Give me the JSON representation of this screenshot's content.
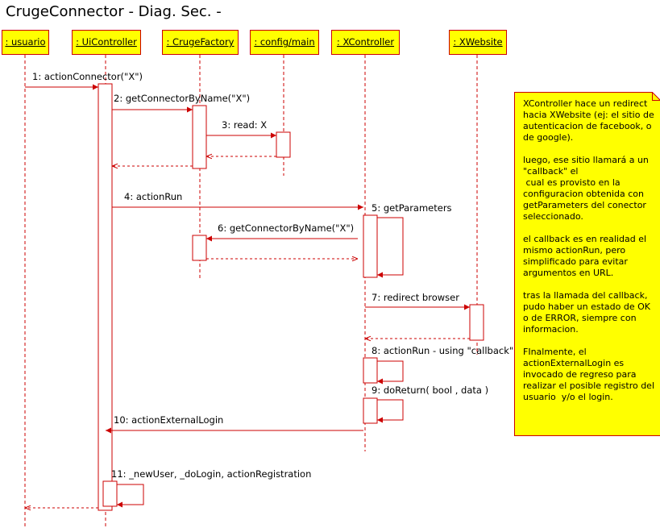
{
  "title": "CrugeConnector - Diag. Sec. -",
  "colors": {
    "line": "#cc0000",
    "box_fill": "#ffff00",
    "activation_fill": "#ffffff"
  },
  "participants": [
    {
      "id": "usuario",
      "label": ": usuario"
    },
    {
      "id": "uicontroller",
      "label": ": UiController"
    },
    {
      "id": "crugefactory",
      "label": ": CrugeFactory"
    },
    {
      "id": "configmain",
      "label": ": config/main"
    },
    {
      "id": "xcontroller",
      "label": ": XController"
    },
    {
      "id": "xwebsite",
      "label": ": XWebsite"
    }
  ],
  "messages": [
    {
      "label": "1: actionConnector(\"X\")",
      "from": "usuario",
      "to": "uicontroller",
      "kind": "call"
    },
    {
      "label": "2: getConnectorByName(\"X\")",
      "from": "uicontroller",
      "to": "crugefactory",
      "kind": "call"
    },
    {
      "label": "3: read: X",
      "from": "crugefactory",
      "to": "configmain",
      "kind": "call"
    },
    {
      "label": "",
      "from": "configmain",
      "to": "crugefactory",
      "kind": "return"
    },
    {
      "label": "",
      "from": "crugefactory",
      "to": "uicontroller",
      "kind": "return"
    },
    {
      "label": "4: actionRun",
      "from": "uicontroller",
      "to": "xcontroller",
      "kind": "call"
    },
    {
      "label": "5: getParameters",
      "from": "xcontroller",
      "to": "xcontroller",
      "kind": "self"
    },
    {
      "label": "6: getConnectorByName(\"X\")",
      "from": "xcontroller",
      "to": "crugefactory",
      "kind": "call"
    },
    {
      "label": "",
      "from": "crugefactory",
      "to": "xcontroller",
      "kind": "return"
    },
    {
      "label": "7: redirect browser",
      "from": "xcontroller",
      "to": "xwebsite",
      "kind": "call"
    },
    {
      "label": "",
      "from": "xwebsite",
      "to": "xcontroller",
      "kind": "return"
    },
    {
      "label": "8: actionRun - using \"callback\"",
      "from": "xcontroller",
      "to": "xcontroller",
      "kind": "self"
    },
    {
      "label": "9: doReturn( bool , data )",
      "from": "xcontroller",
      "to": "xcontroller",
      "kind": "self"
    },
    {
      "label": "10: actionExternalLogin",
      "from": "xcontroller",
      "to": "uicontroller",
      "kind": "call"
    },
    {
      "label": "11: _newUser, _doLogin, actionRegistration",
      "from": "uicontroller",
      "to": "uicontroller",
      "kind": "self"
    },
    {
      "label": "",
      "from": "uicontroller",
      "to": "usuario",
      "kind": "return"
    }
  ],
  "note": {
    "paragraphs": [
      "XController hace un redirect hacia XWebsite (ej: el sitio de autenticacion de facebook, o de google).",
      "luego, ese sitio llamará a un \"callback\" el\n cual es provisto en la configuracion obtenida con getParameters del conector seleccionado.",
      "el callback es en realidad el mismo actionRun, pero simplificado para evitar argumentos en URL.",
      "tras la llamada del callback, pudo haber un estado de OK o de ERROR, siempre con informacion.",
      "FInalmente, el actionExternalLogin es invocado de regreso para realizar el posible registro del usuario  y/o el login."
    ]
  }
}
